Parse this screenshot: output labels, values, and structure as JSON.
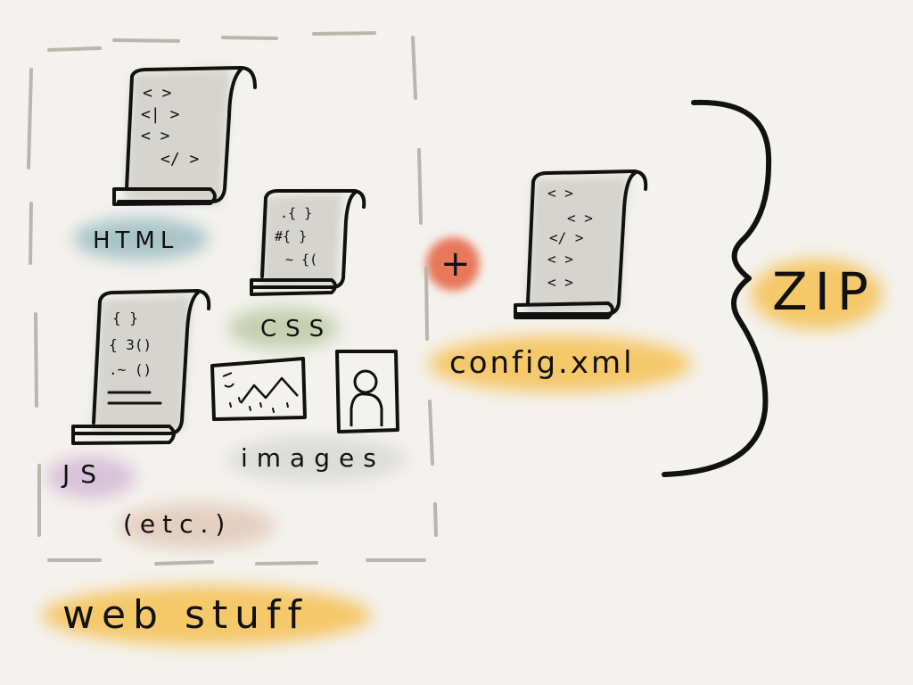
{
  "labels": {
    "html": "HTML",
    "css": "CSS",
    "js": "JS",
    "images": "images",
    "etc": "(etc.)",
    "web_stuff": "web stuff",
    "plus": "+",
    "config": "config.xml",
    "zip": "ZIP"
  },
  "file_glyphs": {
    "html": [
      "<    >",
      "<|   >",
      "<    >",
      "</ >"
    ],
    "css": [
      ".{  }",
      "#{  }",
      "~ {("
    ],
    "js": [
      "{   }",
      "{  3()",
      ".~ ()"
    ],
    "config": [
      "<  >",
      "<  >",
      "</  >",
      "<  >",
      "<  >"
    ]
  },
  "colors": {
    "background": "#f4f2ee",
    "ink": "#111111",
    "dash": "#b9b6ae",
    "html_highlight": "#a9c4c7",
    "css_highlight": "#c5d0b0",
    "js_highlight": "#d9c2d9",
    "images_highlight": "#dcdcd8",
    "etc_highlight": "#e4cfc0",
    "web_stuff_highlight": "#f5c86a",
    "plus_highlight": "#e9775a",
    "config_highlight": "#f5c86a",
    "zip_highlight": "#f5c86a"
  }
}
